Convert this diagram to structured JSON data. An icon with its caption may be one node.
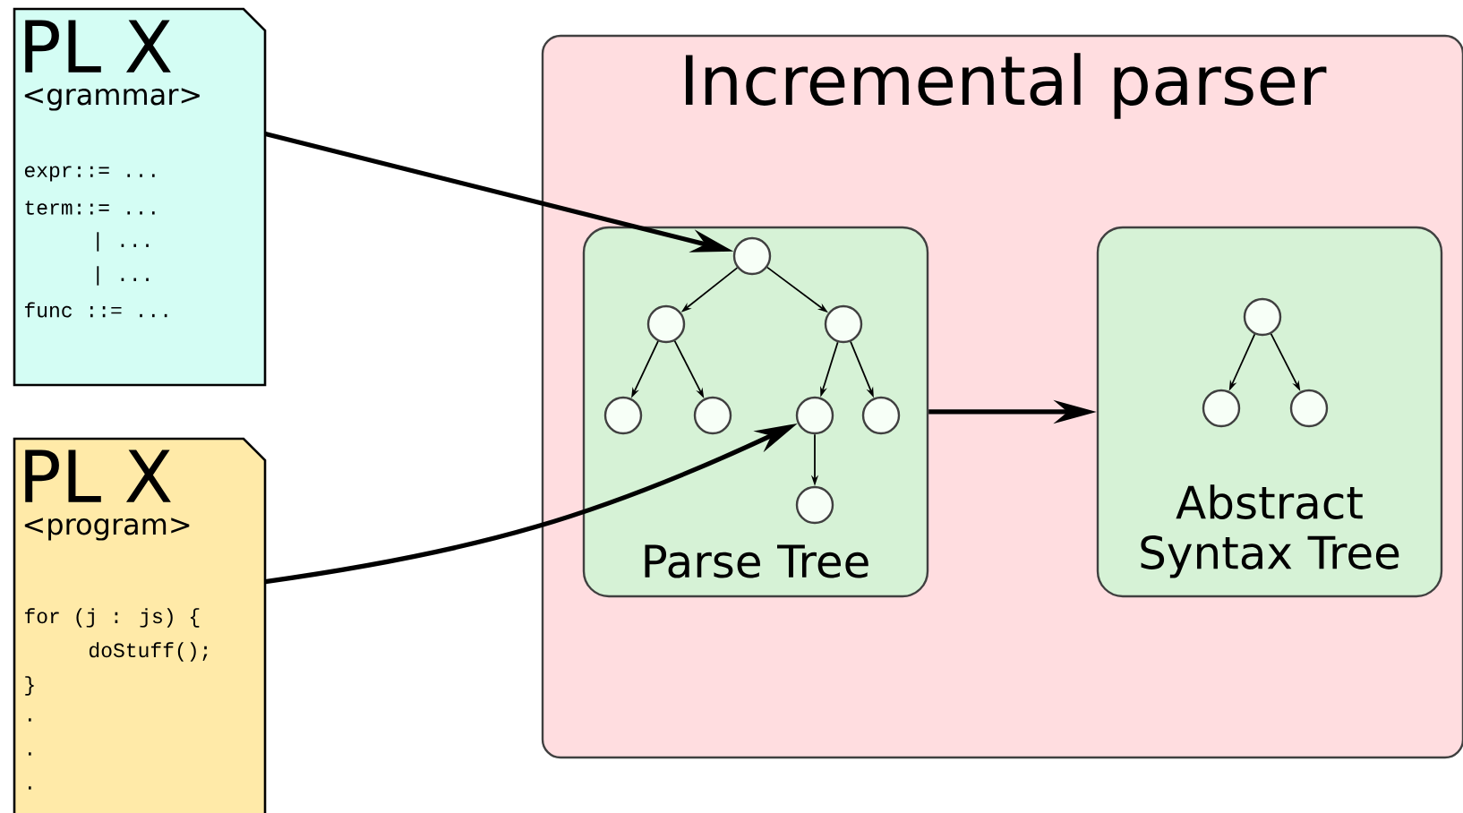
{
  "diagram": {
    "nodes": [
      {
        "text": [
          "PL X",
          "<grammar>",
          "expr::= ...",
          "term::= ...",
          "| ...",
          "| ...",
          "func ::= ..."
        ]
      },
      {
        "text": [
          "PL X",
          "<program>",
          "for (j : js) {",
          "doStuff();",
          "}",
          ".",
          ".",
          "."
        ]
      },
      {
        "text": [
          "Incremental parser"
        ]
      },
      {
        "text": [
          "Parse Tree"
        ],
        "in": 2
      },
      {
        "text": [
          "Abstract Syntax Tree"
        ],
        "in": 2
      },
      {
        "text": [],
        "shape": "circle",
        "in": 3
      },
      {
        "text": [],
        "shape": "circle",
        "in": 3
      },
      {
        "text": [],
        "shape": "circle",
        "in": 3
      },
      {
        "text": [],
        "shape": "circle",
        "in": 3
      },
      {
        "text": [],
        "shape": "circle",
        "in": 3
      },
      {
        "text": [],
        "shape": "circle",
        "in": 3
      },
      {
        "text": [],
        "shape": "circle",
        "in": 3
      },
      {
        "text": [],
        "shape": "circle",
        "in": 3
      },
      {
        "text": [],
        "shape": "circle",
        "in": 4
      },
      {
        "text": [],
        "shape": "circle",
        "in": 4
      },
      {
        "text": [],
        "shape": "circle",
        "in": 4
      }
    ],
    "edges": [
      {
        "from": 0,
        "to": 5,
        "arrow": "to",
        "style": "thick"
      },
      {
        "from": 1,
        "to": 10,
        "arrow": "to",
        "style": "thick"
      },
      {
        "from": 3,
        "to": 4,
        "arrow": "to",
        "style": "thick"
      },
      {
        "from": 5,
        "to": 6,
        "arrow": "to"
      },
      {
        "from": 5,
        "to": 7,
        "arrow": "to"
      },
      {
        "from": 6,
        "to": 8,
        "arrow": "to"
      },
      {
        "from": 6,
        "to": 9,
        "arrow": "to"
      },
      {
        "from": 7,
        "to": 10,
        "arrow": "to"
      },
      {
        "from": 7,
        "to": 11,
        "arrow": "to"
      },
      {
        "from": 10,
        "to": 12,
        "arrow": "to"
      },
      {
        "from": 13,
        "to": 14,
        "arrow": "to"
      },
      {
        "from": 13,
        "to": 15,
        "arrow": "to"
      }
    ]
  }
}
